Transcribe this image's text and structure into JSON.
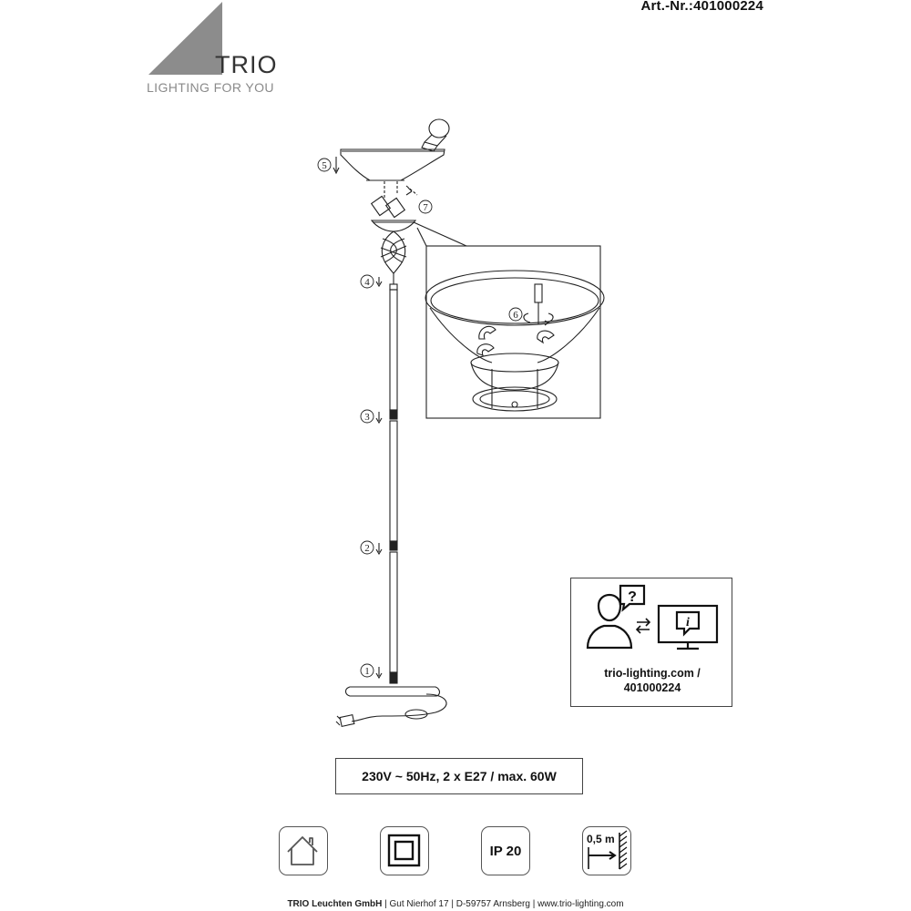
{
  "header": {
    "article_number": "Art.-Nr.:401000224",
    "brand": "TRIO",
    "tagline": "LIGHTING FOR YOU"
  },
  "steps": [
    "5",
    "7",
    "6",
    "4",
    "3",
    "2",
    "1"
  ],
  "help_box": {
    "url_line1": "trio-lighting.com /",
    "url_line2": "401000224",
    "question_mark": "?",
    "info_mark": "i"
  },
  "spec": "230V ~ 50Hz, 2 x E27 / max. 60W",
  "icons": {
    "ip_rating": "IP 20",
    "distance": "0,5 m"
  },
  "footer": {
    "company": "TRIO Leuchten GmbH",
    "address": "Gut Nierhof 17",
    "city": "D-59757 Arnsberg",
    "website": "www.trio-lighting.com",
    "separator": "|"
  }
}
